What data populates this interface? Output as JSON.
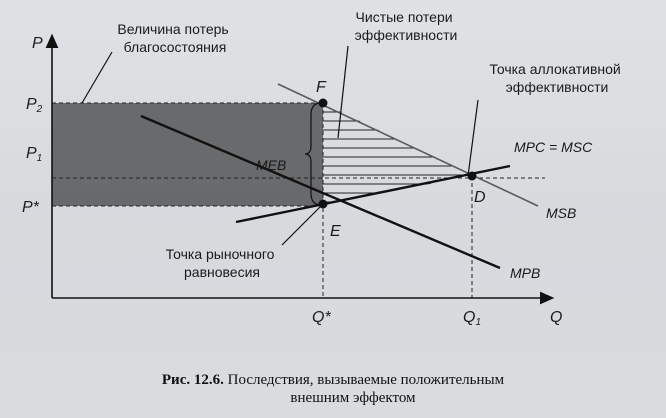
{
  "figure": {
    "axis_y_label": "P",
    "axis_x_label": "Q",
    "price_levels": {
      "p2": "P",
      "p2_sub": "2",
      "p1": "P",
      "p1_sub": "1",
      "pstar": "P*"
    },
    "quantity_levels": {
      "qstar": "Q*",
      "q1": "Q",
      "q1_sub": "1"
    },
    "points": {
      "f": "F",
      "e": "E",
      "d": "D"
    },
    "curves": {
      "meb": "MEB",
      "msb": "MSB",
      "mpb": "MPB",
      "mpc_msc": "MPC = MSC"
    },
    "callouts": {
      "welfare_loss": [
        "Величина потерь",
        "благосостояния"
      ],
      "deadweight_loss": [
        "Чистые потери",
        "эффективности"
      ],
      "allocative_point": [
        "Точка аллокативной",
        "эффективности"
      ],
      "market_equilibrium": [
        "Точка рыночного",
        "равновесия"
      ]
    },
    "colors": {
      "shade": "#5e6062",
      "line": "#111111",
      "msb_line": "#5a5a5a"
    }
  },
  "caption": {
    "number": "Рис. 12.6.",
    "line1": "Последствия, вызываемые положительным",
    "line2": "внешним эффектом"
  }
}
